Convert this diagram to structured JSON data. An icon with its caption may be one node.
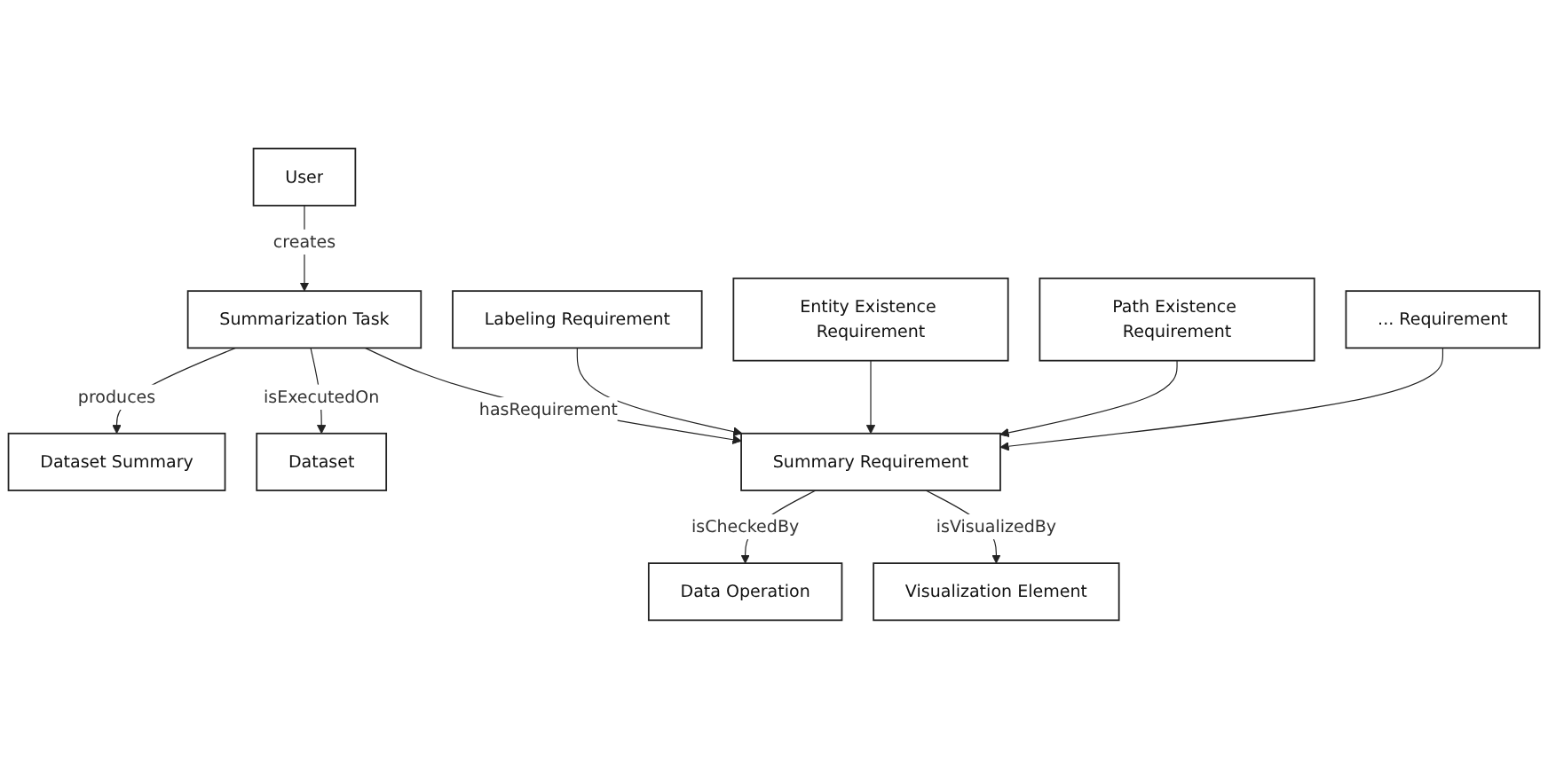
{
  "diagram": {
    "nodes": [
      {
        "text": [
          "User"
        ]
      },
      {
        "text": [
          "Dataset Summary"
        ]
      },
      {
        "text": [
          "Summarization Task"
        ]
      },
      {
        "text": [
          "Dataset"
        ]
      },
      {
        "text": [
          "Data Operation"
        ]
      },
      {
        "text": [
          "Summary Requirement"
        ]
      },
      {
        "text": [
          "Visualization Element"
        ]
      },
      {
        "text": [
          "Labeling Requirement"
        ]
      },
      {
        "text": [
          "Entity Existence Requirement"
        ]
      },
      {
        "text": [
          "Path Existence Requirement"
        ]
      },
      {
        "text": [
          "... Requirement"
        ]
      }
    ],
    "edges": [
      {
        "from": 0,
        "to": 2,
        "arrow": "to",
        "label": "creates"
      },
      {
        "from": 2,
        "to": 1,
        "arrow": "to",
        "label": "produces"
      },
      {
        "from": 2,
        "to": 3,
        "arrow": "to",
        "label": "isExecutedOn"
      },
      {
        "from": 2,
        "to": 5,
        "arrow": "to",
        "label": "hasRequirement"
      },
      {
        "from": 5,
        "to": 4,
        "arrow": "to",
        "label": "isCheckedBy"
      },
      {
        "from": 5,
        "to": 6,
        "arrow": "to",
        "label": "isVisualizedBy"
      },
      {
        "from": 7,
        "to": 5,
        "arrow": "to"
      },
      {
        "from": 8,
        "to": 5,
        "arrow": "to"
      },
      {
        "from": 9,
        "to": 5,
        "arrow": "to"
      },
      {
        "from": 10,
        "to": 5,
        "arrow": "to"
      }
    ]
  }
}
